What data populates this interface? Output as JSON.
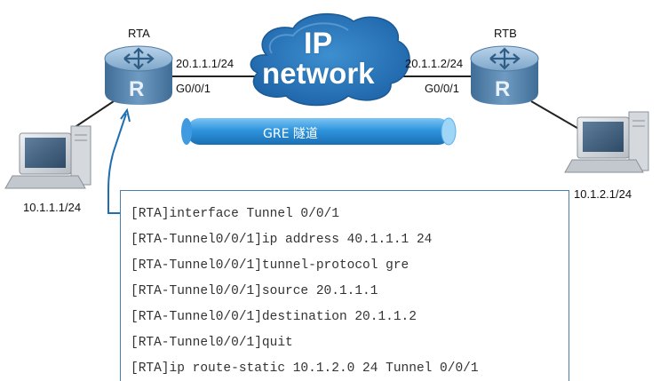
{
  "routers": {
    "rta": {
      "name": "RTA",
      "wan_ip": "20.1.1.1/24",
      "interface": "G0/0/1",
      "glyph": "R"
    },
    "rtb": {
      "name": "RTB",
      "wan_ip": "20.1.1.2/24",
      "interface": "G0/0/1",
      "glyph": "R"
    }
  },
  "hosts": {
    "left": {
      "ip": "10.1.1.1/24"
    },
    "right": {
      "ip": "10.1.2.1/24"
    }
  },
  "cloud": {
    "line1": "IP",
    "line2": "network"
  },
  "tunnel": {
    "label": "GRE 隧道"
  },
  "cli": {
    "lines": [
      "[RTA]interface Tunnel 0/0/1",
      "[RTA-Tunnel0/0/1]ip address 40.1.1.1 24",
      "[RTA-Tunnel0/0/1]tunnel-protocol gre",
      "[RTA-Tunnel0/0/1]source 20.1.1.1",
      "[RTA-Tunnel0/0/1]destination 20.1.1.2",
      "[RTA-Tunnel0/0/1]quit",
      "[RTA]ip route-static 10.1.2.0 24 Tunnel 0/0/1"
    ]
  },
  "colors": {
    "router_blue": "#5a86ad",
    "router_top": "#8fb4d4",
    "cloud_blue": "#2f7fc1",
    "tunnel_blue": "#3a9be0",
    "arrow_blue": "#1f6fb0",
    "pc_gray": "#c8ccd0"
  }
}
